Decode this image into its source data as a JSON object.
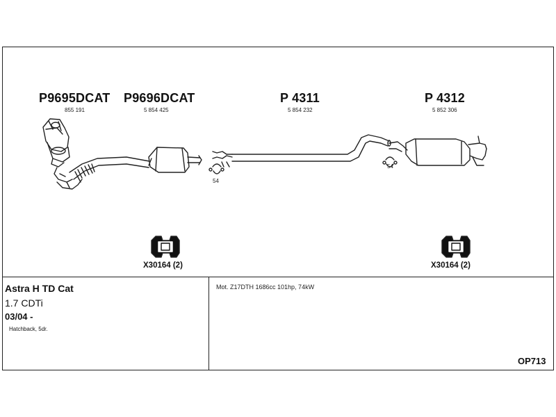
{
  "parts": [
    {
      "number": "P9695DCAT",
      "ref": "855 191"
    },
    {
      "number": "P9696DCAT",
      "ref": "5 854 425"
    },
    {
      "number": "P 4311",
      "ref": "5 854 232"
    },
    {
      "number": "P 4312",
      "ref": "5 852 306"
    }
  ],
  "clamps": [
    "54",
    "54"
  ],
  "mounts": [
    {
      "label": "X30164 (2)"
    },
    {
      "label": "X30164 (2)"
    }
  ],
  "vehicle": {
    "model": "Astra H TD Cat",
    "engine": "1.7 CDTi",
    "date": "03/04 -",
    "body": "Hatchback, 5dr."
  },
  "motor_info": "Mot. Z17DTH 1686cc 101hp, 74kW",
  "diagram_code": "OP713"
}
